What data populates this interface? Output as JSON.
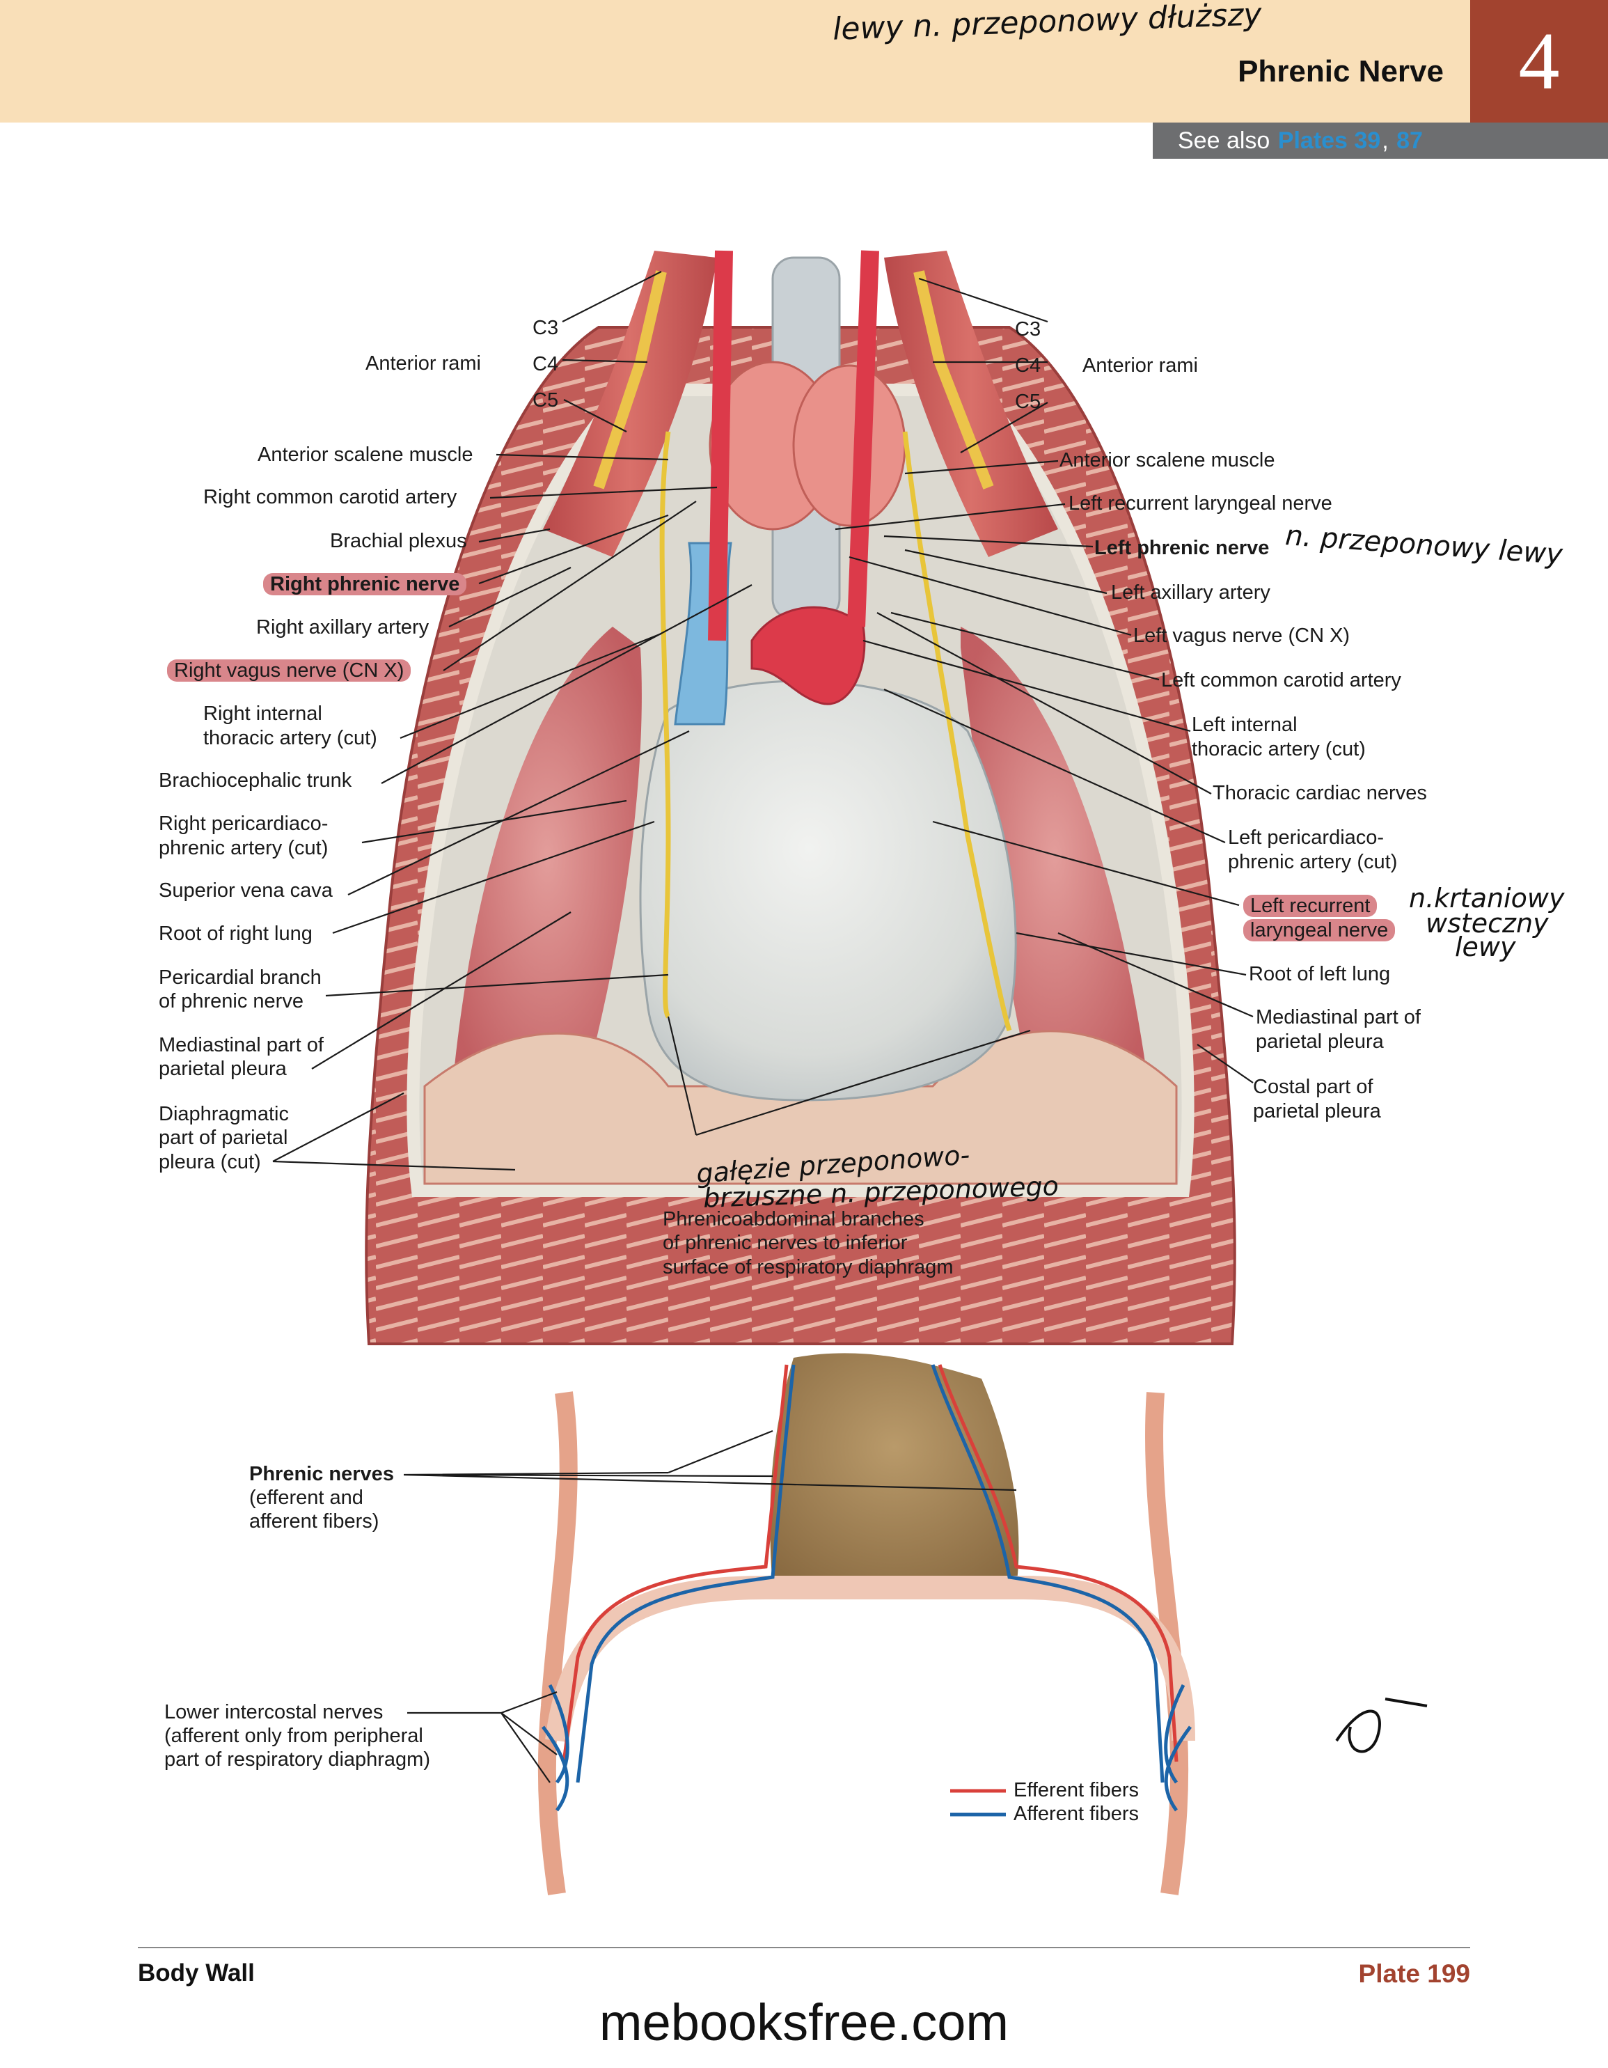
{
  "header": {
    "handwritten_note": "lewy n. przeponowy dłuższy",
    "title": "Phrenic Nerve",
    "chapter_number": "4",
    "see_also_prefix": "See also",
    "see_also_plate_1": "Plates 39",
    "see_also_separator": ",",
    "see_also_plate_2": "87"
  },
  "labels_left": {
    "c3": "C3",
    "c4": "C4",
    "c5": "C5",
    "anterior_rami": "Anterior rami",
    "anterior_scalene": "Anterior scalene muscle",
    "right_common_carotid": "Right common carotid artery",
    "brachial_plexus": "Brachial plexus",
    "right_phrenic": "Right phrenic nerve",
    "right_axillary": "Right axillary artery",
    "right_vagus": "Right vagus nerve (CN X)",
    "right_internal_thoracic_1": "Right internal",
    "right_internal_thoracic_2": "thoracic artery (cut)",
    "brachiocephalic": "Brachiocephalic trunk",
    "right_pericardiaco_1": "Right pericardiaco-",
    "right_pericardiaco_2": "phrenic artery (cut)",
    "svc": "Superior vena cava",
    "root_right_lung": "Root of right lung",
    "pericardial_branch_1": "Pericardial branch",
    "pericardial_branch_2": "of phrenic nerve",
    "mediastinal_1": "Mediastinal part of",
    "mediastinal_2": "parietal pleura",
    "diaphragmatic_1": "Diaphragmatic",
    "diaphragmatic_2": "part of parietal",
    "diaphragmatic_3": "pleura (cut)"
  },
  "labels_right": {
    "c3": "C3",
    "c4": "C4",
    "c5": "C5",
    "anterior_rami": "Anterior rami",
    "anterior_scalene": "Anterior scalene muscle",
    "left_recurrent": "Left recurrent laryngeal nerve",
    "left_phrenic": "Left phrenic nerve",
    "left_phrenic_note": "n. przeponowy lewy",
    "left_axillary": "Left axillary artery",
    "left_vagus": "Left vagus nerve (CN X)",
    "left_common_carotid": "Left common carotid artery",
    "left_internal_thoracic_1": "Left internal",
    "left_internal_thoracic_2": "thoracic artery (cut)",
    "thoracic_cardiac": "Thoracic cardiac nerves",
    "left_pericardiaco_1": "Left pericardiaco-",
    "left_pericardiaco_2": "phrenic artery (cut)",
    "left_recurrent_hl_1": "Left recurrent",
    "left_recurrent_hl_2": "laryngeal nerve",
    "left_recurrent_note_1": "n.krtaniowy",
    "left_recurrent_note_2": "wsteczny",
    "left_recurrent_note_3": "lewy",
    "root_left_lung": "Root of left lung",
    "mediastinal_1": "Mediastinal part of",
    "mediastinal_2": "parietal pleura",
    "costal_1": "Costal part of",
    "costal_2": "parietal pleura"
  },
  "labels_bottom": {
    "phrenicoabd_note_1": "gałęzie przeponowo-",
    "phrenicoabd_note_2": "brzuszne n. przeponowego",
    "phrenicoabd_1": "Phrenicoabdominal branches",
    "phrenicoabd_2": "of phrenic nerves to inferior",
    "phrenicoabd_3": "surface of respiratory diaphragm",
    "phrenic_nerves": "Phrenic nerves",
    "phrenic_nerves_2": "(efferent and",
    "phrenic_nerves_3": "afferent fibers)",
    "lower_intercostal_1": "Lower intercostal nerves",
    "lower_intercostal_2": "(afferent only from peripheral",
    "lower_intercostal_3": "part of respiratory diaphragm)",
    "legend_efferent": "Efferent fibers",
    "legend_afferent": "Afferent fibers"
  },
  "colors": {
    "header_band": "#f9dfb8",
    "chapter_box": "#a2432f",
    "highlight": "#d9868b",
    "efferent": "#d9403a",
    "afferent": "#1c64a8",
    "see_also_link": "#2a8fcf"
  },
  "footer": {
    "section": "Body Wall",
    "plate": "Plate 199",
    "watermark": "mebooksfree.com"
  }
}
